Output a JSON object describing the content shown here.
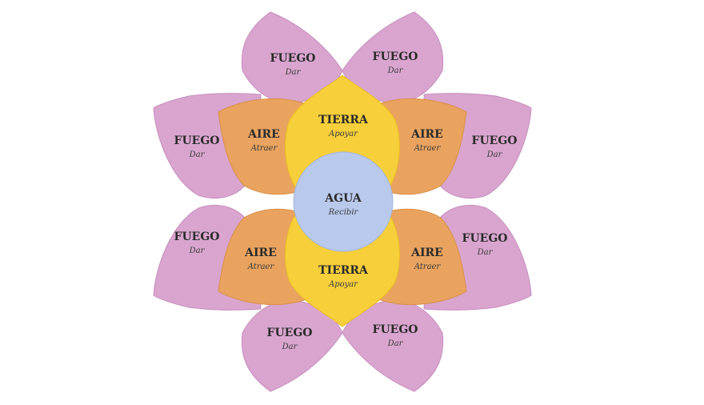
{
  "colors": {
    "fuego": "#d9a5cf",
    "fuego_stroke": "#c78fbd",
    "aire": "#e9a35f",
    "aire_stroke": "#d98f4a",
    "tierra": "#f6cf3a",
    "tierra_stroke": "#e9bd22",
    "agua": "#b9c9ec",
    "agua_stroke": "#a3b6e0",
    "text": "#2b2b2b"
  },
  "fuego": [
    {
      "title": "FUEGO",
      "sub": "Dar"
    },
    {
      "title": "FUEGO",
      "sub": "Dar"
    },
    {
      "title": "FUEGO",
      "sub": "Dar"
    },
    {
      "title": "FUEGO",
      "sub": "Dar"
    },
    {
      "title": "FUEGO",
      "sub": "Dar"
    },
    {
      "title": "FUEGO",
      "sub": "Dar"
    },
    {
      "title": "FUEGO",
      "sub": "Dar"
    },
    {
      "title": "FUEGO",
      "sub": "Dar"
    }
  ],
  "aire": [
    {
      "title": "AIRE",
      "sub": "Atraer"
    },
    {
      "title": "AIRE",
      "sub": "Atraer"
    },
    {
      "title": "AIRE",
      "sub": "Atraer"
    },
    {
      "title": "AIRE",
      "sub": "Atraer"
    }
  ],
  "tierra": [
    {
      "title": "TIERRA",
      "sub": "Apoyar"
    },
    {
      "title": "TIERRA",
      "sub": "Apoyar"
    }
  ],
  "agua": {
    "title": "AGUA",
    "sub": "Recibir"
  }
}
